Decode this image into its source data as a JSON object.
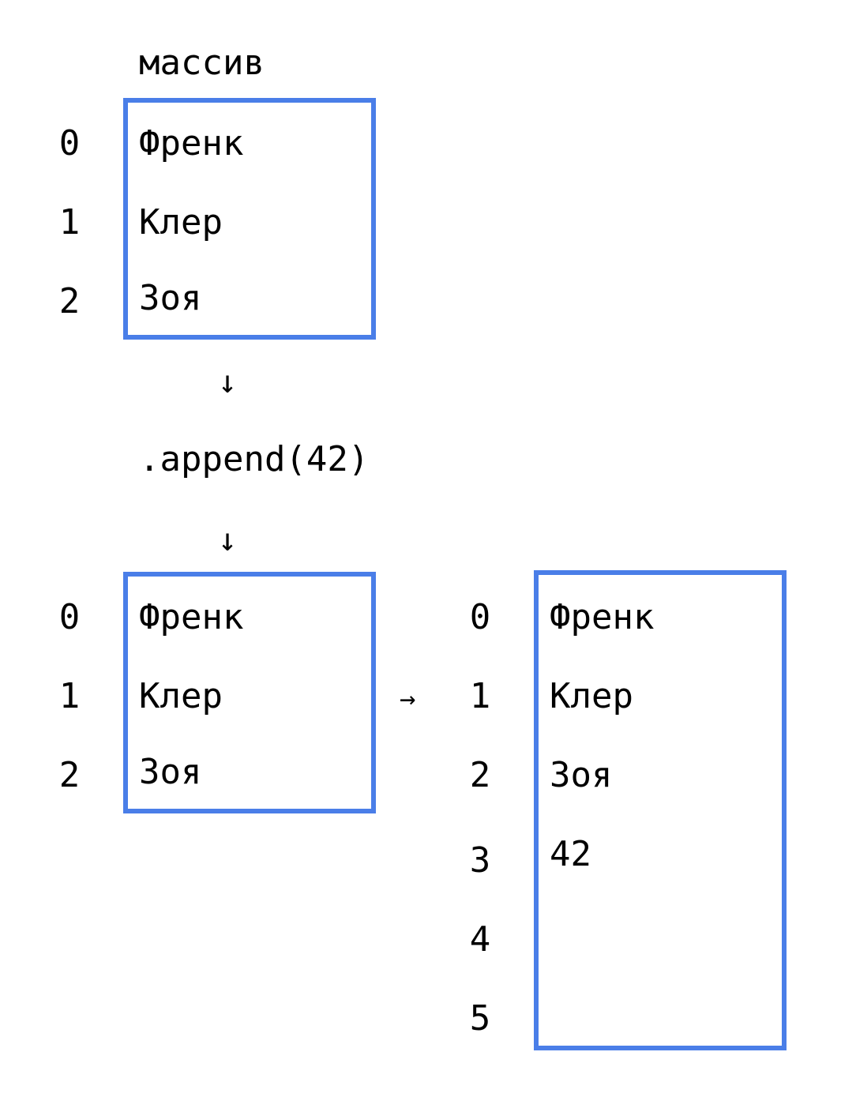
{
  "array_label": "массив",
  "method_call": ".append(42)",
  "arrow_down_glyph": "↓",
  "arrow_right_glyph": "→",
  "box_color": "#4a7ee8",
  "original_array": {
    "indices": [
      "0",
      "1",
      "2"
    ],
    "items": [
      "Френк",
      "Клер",
      "Зоя"
    ]
  },
  "before_array": {
    "indices": [
      "0",
      "1",
      "2"
    ],
    "items": [
      "Френк",
      "Клер",
      "Зоя"
    ]
  },
  "after_array": {
    "indices": [
      "0",
      "1",
      "2",
      "3",
      "4",
      "5"
    ],
    "items": [
      "Френк",
      "Клер",
      "Зоя",
      "42",
      "",
      ""
    ]
  }
}
